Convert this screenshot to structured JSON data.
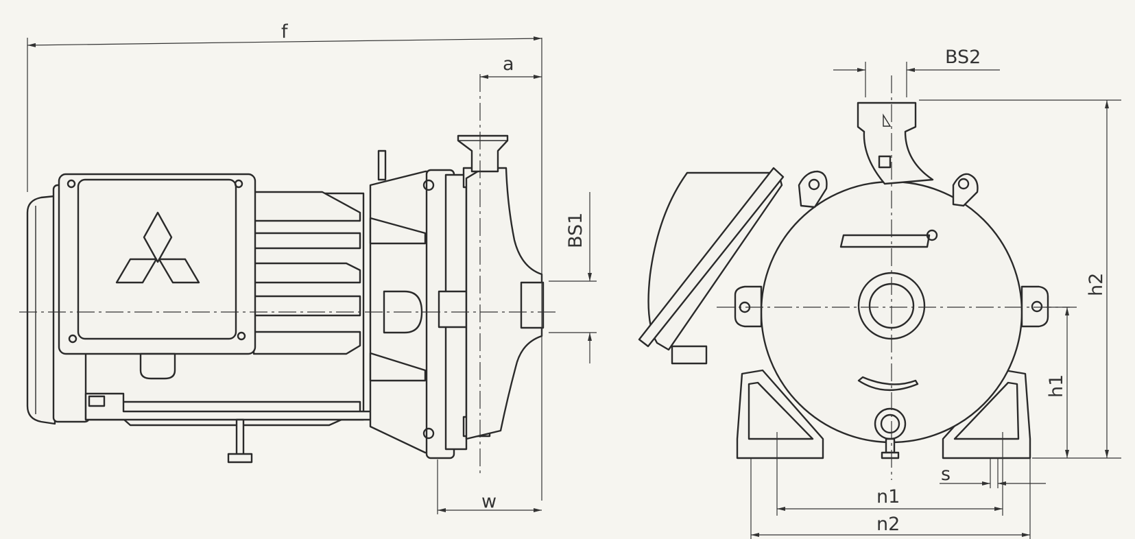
{
  "labels": {
    "f": "f",
    "a": "a",
    "bs1": "BS1",
    "bs2": "BS2",
    "w": "w",
    "h1": "h1",
    "h2": "h2",
    "s": "s",
    "n1": "n1",
    "n2": "n2"
  }
}
